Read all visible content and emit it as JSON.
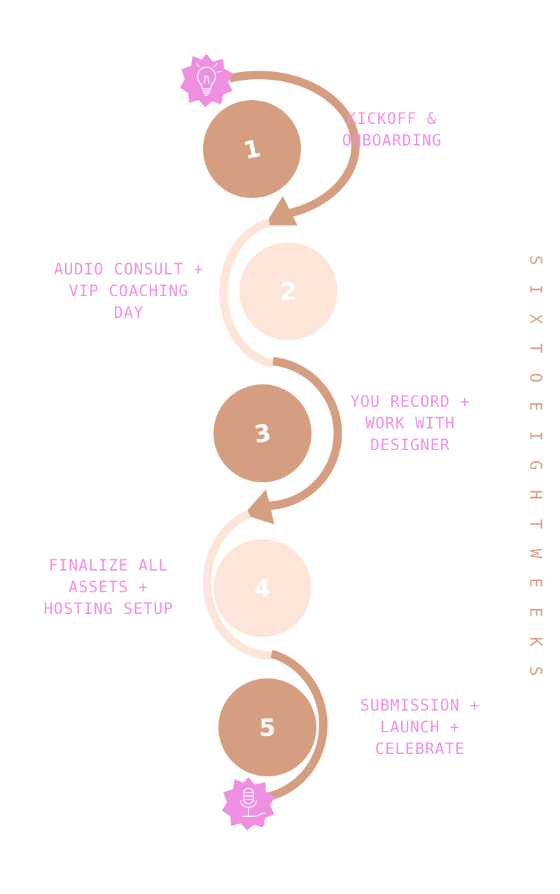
{
  "colors": {
    "tan": "#d69e80",
    "peach": "#fde5d9",
    "pink": "#ef8fe2",
    "label_pink": "#f08ee2",
    "vertical_text": "#d89d80"
  },
  "icons": {
    "top": "lightbulb-icon",
    "bottom": "microphone-icon"
  },
  "steps": [
    {
      "number": "1",
      "lines": [
        "KICKOFF &",
        "ONBOARDING"
      ]
    },
    {
      "number": "2",
      "lines": [
        "AUDIO CONSULT +",
        "VIP COACHING",
        "DAY"
      ]
    },
    {
      "number": "3",
      "lines": [
        "YOU RECORD +",
        "WORK WITH",
        "DESIGNER"
      ]
    },
    {
      "number": "4",
      "lines": [
        "FINALIZE ALL",
        "ASSETS +",
        "HOSTING SETUP"
      ]
    },
    {
      "number": "5",
      "lines": [
        "SUBMISSION +",
        "LAUNCH +",
        "CELEBRATE"
      ]
    }
  ],
  "duration": {
    "words": [
      "SIX",
      "TO",
      "EIGHT",
      "WEEKS"
    ]
  }
}
